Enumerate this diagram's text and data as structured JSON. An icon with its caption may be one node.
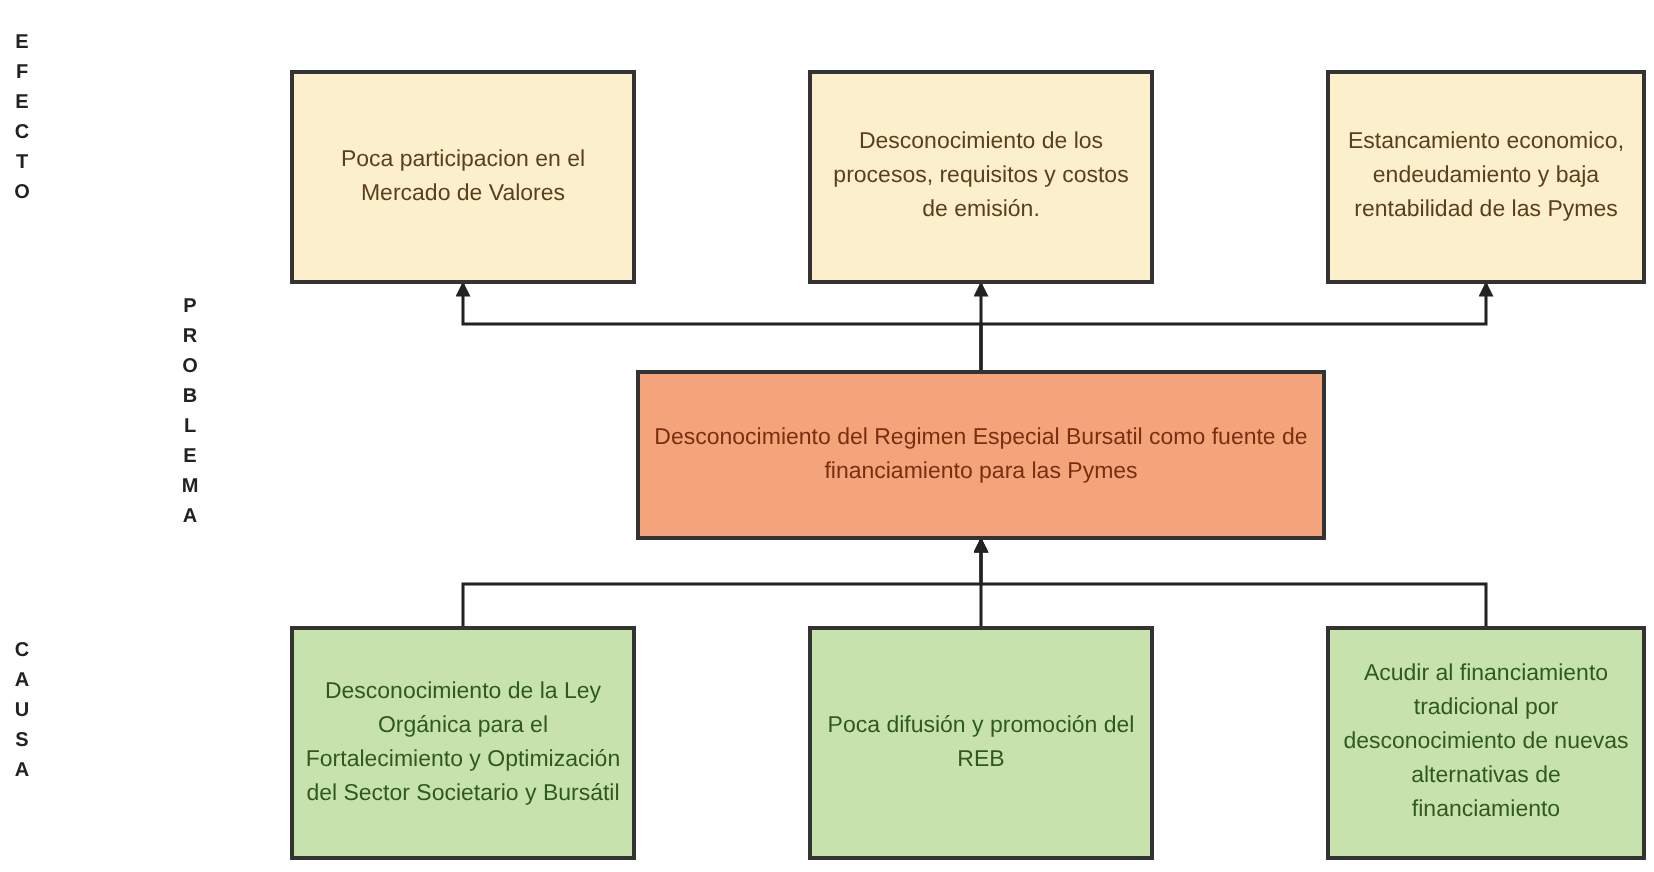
{
  "diagram": {
    "nodes": [
      {
        "text": [
          "Poca participacion en el Mercado de Valores"
        ]
      },
      {
        "text": [
          "Desconocimiento de los procesos, requisitos y costos de emisión."
        ]
      },
      {
        "text": [
          "Estancamiento economico, endeudamiento y baja rentabilidad de las Pymes"
        ]
      },
      {
        "text": [
          "Desconocimiento del Regimen Especial Bursatil como fuente de financiamiento para las Pymes"
        ]
      },
      {
        "text": [
          "Desconocimiento de la Ley Orgánica para el Fortalecimiento y Optimización del Sector Societario y Bursátil"
        ]
      },
      {
        "text": [
          "Poca difusión y promoción del REB"
        ]
      },
      {
        "text": [
          "Acudir al financiamiento tradicional por desconocimiento de nuevas alternativas de financiamiento"
        ]
      }
    ],
    "edges": [
      {
        "from": 3,
        "to": 0,
        "arrow": "to"
      },
      {
        "from": 3,
        "to": 1,
        "arrow": "to"
      },
      {
        "from": 3,
        "to": 2,
        "arrow": "to"
      },
      {
        "from": 4,
        "to": 3,
        "arrow": "to"
      },
      {
        "from": 5,
        "to": 3,
        "arrow": "to"
      },
      {
        "from": 6,
        "to": 3,
        "arrow": "to"
      }
    ],
    "labels": [
      "EFECTO",
      "PROBLEMA",
      "CAUSA"
    ]
  }
}
